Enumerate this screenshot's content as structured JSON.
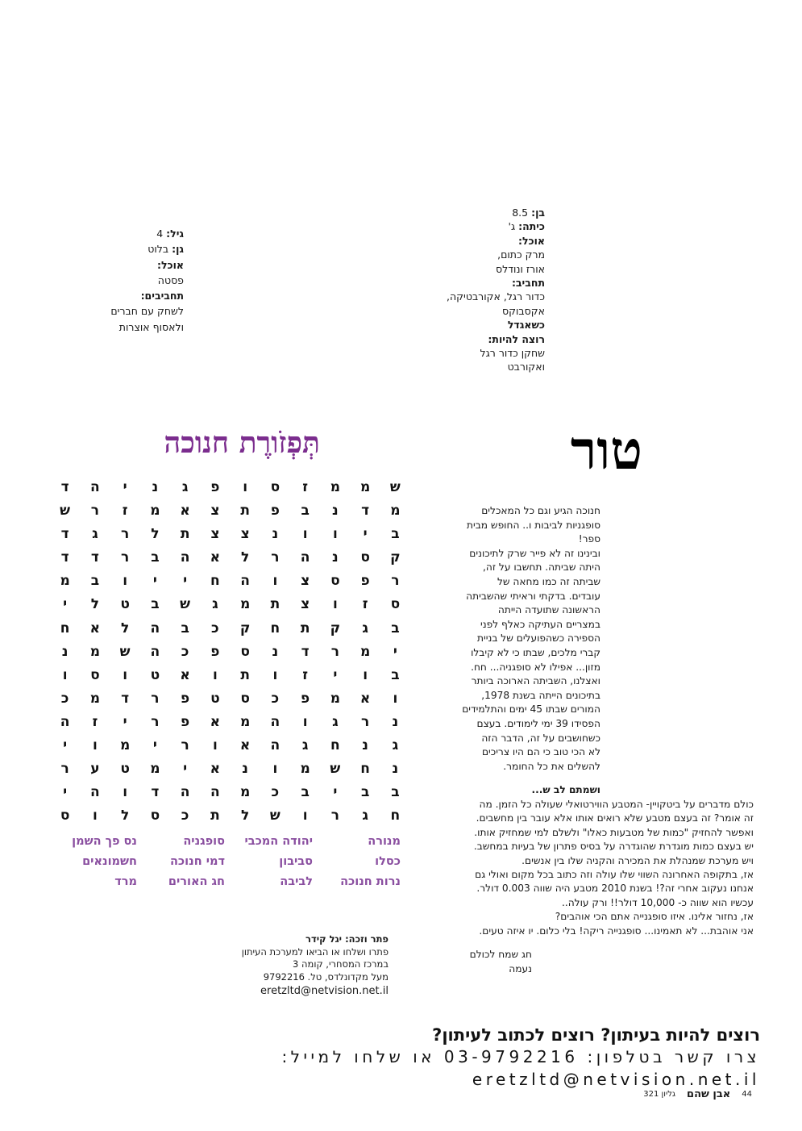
{
  "profile_left": {
    "lines": [
      {
        "label": "בן:",
        "value": " 8.5"
      },
      {
        "label": "כיתה:",
        "value": " ג'"
      },
      {
        "label": "אוכל:",
        "value": ""
      },
      {
        "label": "",
        "value": "מרק כתום,"
      },
      {
        "label": "",
        "value": "אורז ונודלס"
      },
      {
        "label": "תחביב:",
        "value": ""
      },
      {
        "label": "",
        "value": "כדור רגל, אקורבטיקה,"
      },
      {
        "label": "",
        "value": "אקסבוקס"
      },
      {
        "label": "כשאגדל",
        "value": ""
      },
      {
        "label": "רוצה להיות:",
        "value": ""
      },
      {
        "label": "",
        "value": "שחקן כדור רגל"
      },
      {
        "label": "",
        "value": "ואקורבט"
      }
    ]
  },
  "profile_right": {
    "lines": [
      {
        "label": "גיל:",
        "value": " 4"
      },
      {
        "label": "גן:",
        "value": " בלוט"
      },
      {
        "label": "אוכל:",
        "value": ""
      },
      {
        "label": "",
        "value": "פסטה"
      },
      {
        "label": "תחביבים:",
        "value": ""
      },
      {
        "label": "",
        "value": "לשחק עם חברים"
      },
      {
        "label": "",
        "value": "ולאסוף אוצרות"
      }
    ]
  },
  "column_title": "טור",
  "puzzle": {
    "title": "תְּפְזֹורֶת חנוכה",
    "rows": [
      [
        "ש",
        "מ",
        "מ",
        "ז",
        "ס",
        "ו",
        "פ",
        "ג",
        "נ",
        "י",
        "ה",
        "ד"
      ],
      [
        "מ",
        "ד",
        "נ",
        "ב",
        "פ",
        "ת",
        "צ",
        "א",
        "מ",
        "ז",
        "ר",
        "ש"
      ],
      [
        "ב",
        "י",
        "ו",
        "ו",
        "נ",
        "צ",
        "צ",
        "ת",
        "ל",
        "ר",
        "ג",
        "ד"
      ],
      [
        "ק",
        "ס",
        "נ",
        "ה",
        "ר",
        "ל",
        "א",
        "ה",
        "ב",
        "ר",
        "ד",
        "ד"
      ],
      [
        "ר",
        "פ",
        "ס",
        "צ",
        "ו",
        "ה",
        "ח",
        "י",
        "י",
        "ו",
        "ב",
        "מ"
      ],
      [
        "ס",
        "ז",
        "ו",
        "צ",
        "ת",
        "מ",
        "ג",
        "ש",
        "ב",
        "ט",
        "ל",
        "י"
      ],
      [
        "ב",
        "ג",
        "ק",
        "ת",
        "ח",
        "ק",
        "כ",
        "ב",
        "ה",
        "ל",
        "א",
        "ח"
      ],
      [
        "י",
        "מ",
        "ר",
        "ד",
        "נ",
        "ס",
        "פ",
        "כ",
        "ה",
        "ש",
        "מ",
        "נ"
      ],
      [
        "ב",
        "ו",
        "י",
        "ז",
        "ו",
        "ת",
        "ו",
        "א",
        "ט",
        "ו",
        "ס",
        "ו"
      ],
      [
        "ו",
        "א",
        "מ",
        "פ",
        "כ",
        "ס",
        "ט",
        "פ",
        "ר",
        "ד",
        "מ",
        "כ"
      ],
      [
        "נ",
        "ר",
        "ג",
        "ו",
        "ה",
        "מ",
        "א",
        "פ",
        "ר",
        "י",
        "ז",
        "ה"
      ],
      [
        "ג",
        "נ",
        "ח",
        "ג",
        "ה",
        "א",
        "ו",
        "ר",
        "י",
        "מ",
        "ו",
        "י"
      ],
      [
        "נ",
        "ח",
        "ש",
        "מ",
        "ו",
        "נ",
        "א",
        "י",
        "מ",
        "ט",
        "ע",
        "ר"
      ],
      [
        "ב",
        "ב",
        "י",
        "ב",
        "כ",
        "מ",
        "ה",
        "ה",
        "ד",
        "ו",
        "ה",
        "י"
      ],
      [
        "ח",
        "ג",
        "ר",
        "ו",
        "ש",
        "ל",
        "ת",
        "כ",
        "ס",
        "ל",
        "ו",
        "ס"
      ]
    ],
    "words": [
      "מנורה",
      "יהודה המכבי",
      "סופגניה",
      "נס פך השמן",
      "כסלו",
      "סביבון",
      "דמי חנוכה",
      "חשמונאים",
      "נרות חנוכה",
      "לביבה",
      "חג האורים",
      "מרד"
    ],
    "accent_color": "#7b2d8e"
  },
  "column": {
    "lines": [
      "חנוכה הגיע וגם כל המאכלים",
      "סופגניות לביבות ו.. החופש מבית",
      "ספר!",
      "ובינינו זה לא פייר שרק לתיכונים",
      "היתה שביתה. תחשבו על זה,",
      "שביתה זה כמו מחאה של",
      "עובדים. בדקתי וראיתי שהשביתה",
      "הראשונה שתועדה הייתה",
      "במצריים העתיקה כאלף לפני",
      "הספירה כשהפועלים של בניית",
      "קברי מלכים, שבתו כי לא קיבלו",
      "מזון... אפילו לא סופגניה... חח.",
      "ואצלנו, השביתה הארוכה ביותר",
      "בתיכונים הייתה בשנת 1978,",
      "המורים שבתו 45 ימים והתלמידים",
      "הפסידו 39 ימי לימודים. בעצם",
      "כשחושבים על זה, הדבר הזה",
      "לא הכי טוב כי הם היו צריכים",
      "להשלים את כל החומר."
    ],
    "subheading": "ושמתם לב ש...",
    "bitcoin_lines": [
      "כולם מדברים על ביטקויין- המטבע הווירטואלי שעולה כל הזמן. מה",
      "זה אומר? זה בעצם מטבע שלא רואים אותו אלא עובר בין מחשבים.",
      "ואפשר להחזיק \"כמות של מטבעות כאלו\" ולשלם למי שמחזיק אותו.",
      "יש בעצם כמות מוגדרת שהוגדרה על בסיס פתרון של בעיות במחשב.",
      "ויש מערכת שמנהלת את המכירה והקניה שלו בין אנשים.",
      "אז, בתקופה האחרונה השווי שלו עולה וזה כתוב בכל מקום ואולי גם",
      "אנחנו נעקוב אחרי זה?! בשנת 2010 מטבע היה שווה 0.003 דולר.",
      "עכשיו הוא שווה כ- 10,000 דולר!! ורק עולה..",
      "אז, נחזור אלינו. איזו סופגנייה אתם הכי אוהבים?",
      "אני אוהבת... לא תאמינו... סופגנייה ריקה! בלי כלום. יו איזה טעים."
    ],
    "greeting": "חג שמח לכולם",
    "author": "נעמה"
  },
  "solution": {
    "winner": "פתר וזכה: יגל קידר",
    "lines": [
      "פתרו ושלחו או הביאו למערכת העיתון",
      "במרכז המסחרי, קומה 3",
      "מעל מקדונלדס, טל. 9792216"
    ],
    "email": "eretzltd@netvision.net.il"
  },
  "banner": {
    "title": "רוצים להיות בעיתון? רוצים לכתוב לעיתון?",
    "contact": "צרו קשר בטלפון: 03-9792216 או שלחו למייל: eretzltd@netvision.net.il"
  },
  "footer": {
    "page_number": "44",
    "brand": "אבן שהם",
    "issue": "גליון 321"
  }
}
